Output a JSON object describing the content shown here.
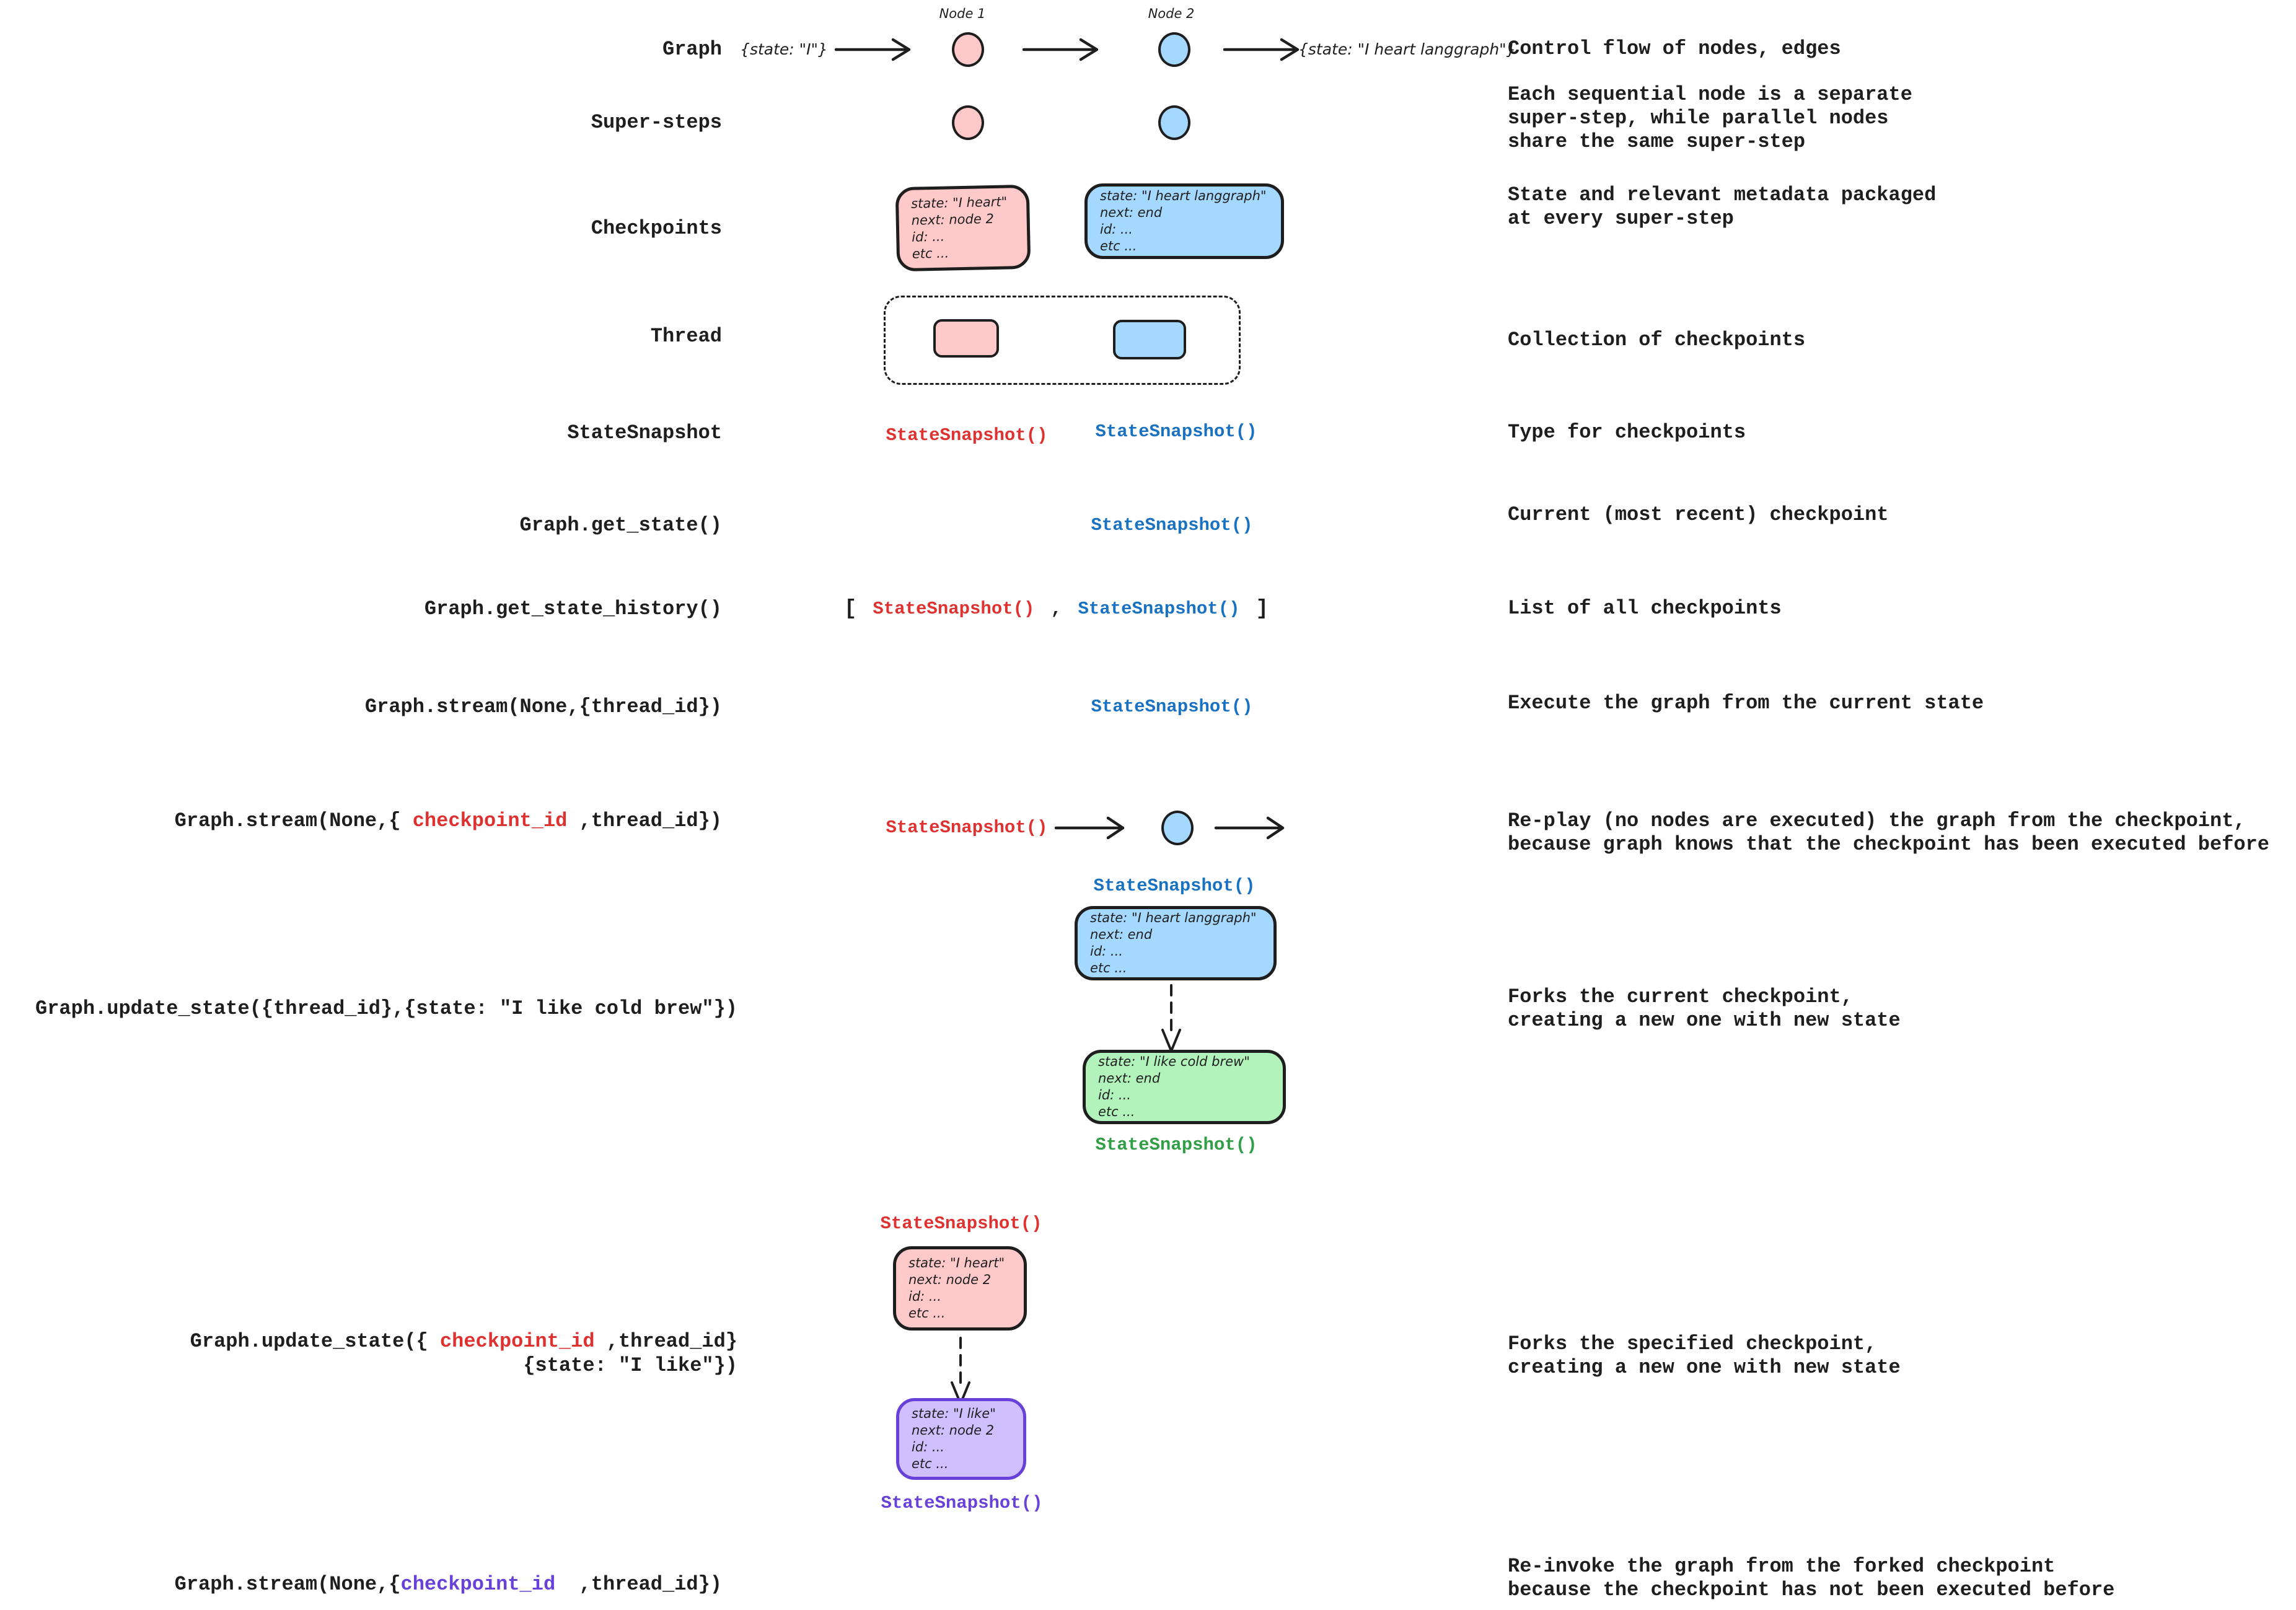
{
  "colors": {
    "ink": "#1e1e1e",
    "red": "#e03131",
    "blue": "#1971c2",
    "green": "#2f9e44",
    "violet": "#6741d9",
    "pink_fill": "#ffc9c9",
    "blue_fill": "#a5d8ff",
    "green_fill": "#b2f2bb",
    "violet_fill": "#d0bfff"
  },
  "snapshot": {
    "call": "StateSnapshot()"
  },
  "graph_row": {
    "node1_label": "Node 1",
    "node2_label": "Node 2",
    "input_state": "{state: \"I\"}",
    "output_state": "{state: \"I heart langgraph\"}"
  },
  "labels": {
    "graph": "Graph",
    "super_steps": "Super-steps",
    "checkpoints": "Checkpoints",
    "thread": "Thread",
    "state_snapshot": "StateSnapshot",
    "get_state": "Graph.get_state()",
    "get_state_history": "Graph.get_state_history()",
    "stream_thread": "Graph.stream(None,{thread_id})",
    "stream_checkpoint": {
      "pre": "Graph.stream(None,{ ",
      "id": "checkpoint_id",
      "post": " ,thread_id})"
    },
    "update_thread": "Graph.update_state({thread_id},{state: \"I like cold brew\"})",
    "update_checkpoint": {
      "pre": "Graph.update_state({ ",
      "id": "checkpoint_id",
      "post": " ,thread_id}",
      "line2": "{state: \"I like\"})"
    },
    "stream_forked": {
      "pre": "Graph.stream(None,{",
      "id": "checkpoint_id",
      "post": "  ,thread_id})"
    }
  },
  "descriptions": {
    "graph": "Control flow of nodes, edges",
    "super_steps": "Each sequential node is a separate\nsuper-step, while parallel nodes\nshare the same super-step",
    "checkpoints": "State and relevant metadata packaged\nat every super-step",
    "thread": "Collection of checkpoints",
    "state_snapshot": "Type for checkpoints",
    "get_state": "Current (most recent) checkpoint",
    "get_state_history": "List of all checkpoints",
    "stream_thread": "Execute the graph from the current state",
    "stream_checkpoint": "Re-play (no nodes are executed) the graph from the checkpoint,\nbecause graph knows that the checkpoint has been executed before",
    "update_thread": "Forks the current checkpoint,\ncreating a new one with new state",
    "update_checkpoint": "Forks the specified checkpoint,\ncreating a new one with new state",
    "stream_forked": "Re-invoke the graph from the forked checkpoint\nbecause the checkpoint has not been executed before"
  },
  "history": {
    "open": "[",
    "comma": ",",
    "close": "]"
  },
  "boxes": {
    "checkpoint_pink": {
      "lines": [
        "state: \"I heart\"",
        "next: node 2",
        "id: ...",
        "etc ..."
      ]
    },
    "checkpoint_blue": {
      "lines": [
        "state: \"I heart langgraph\"",
        "next: end",
        "id: ...",
        "etc ..."
      ]
    },
    "fork_green": {
      "lines": [
        "state: \"I like cold brew\"",
        "next: end",
        "id: ...",
        "etc ..."
      ]
    },
    "fork_purple": {
      "lines": [
        "state: \"I like\"",
        "next: node 2",
        "id: ...",
        "etc ..."
      ]
    }
  }
}
